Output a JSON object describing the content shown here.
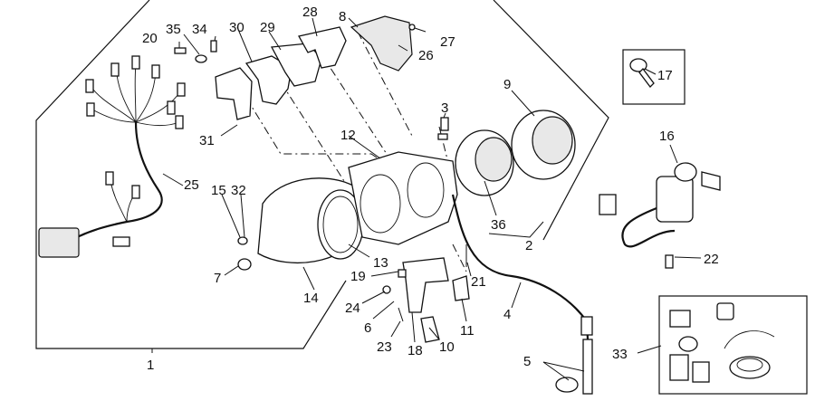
{
  "labels": {
    "p1": "1",
    "p2": "2",
    "p3": "3",
    "p4": "4",
    "p5": "5",
    "p6": "6",
    "p7": "7",
    "p8": "8",
    "p9": "9",
    "p10": "10",
    "p11": "11",
    "p12": "12",
    "p13": "13",
    "p14": "14",
    "p15": "15",
    "p16": "16",
    "p17": "17",
    "p18": "18",
    "p19": "19",
    "p20": "20",
    "p21": "21",
    "p22": "22",
    "p23": "23",
    "p24": "24",
    "p25": "25",
    "p26": "26",
    "p27": "27",
    "p28": "28",
    "p29": "29",
    "p30": "30",
    "p31": "31",
    "p32": "32",
    "p33": "33",
    "p34": "34",
    "p35": "35",
    "p36": "36"
  }
}
